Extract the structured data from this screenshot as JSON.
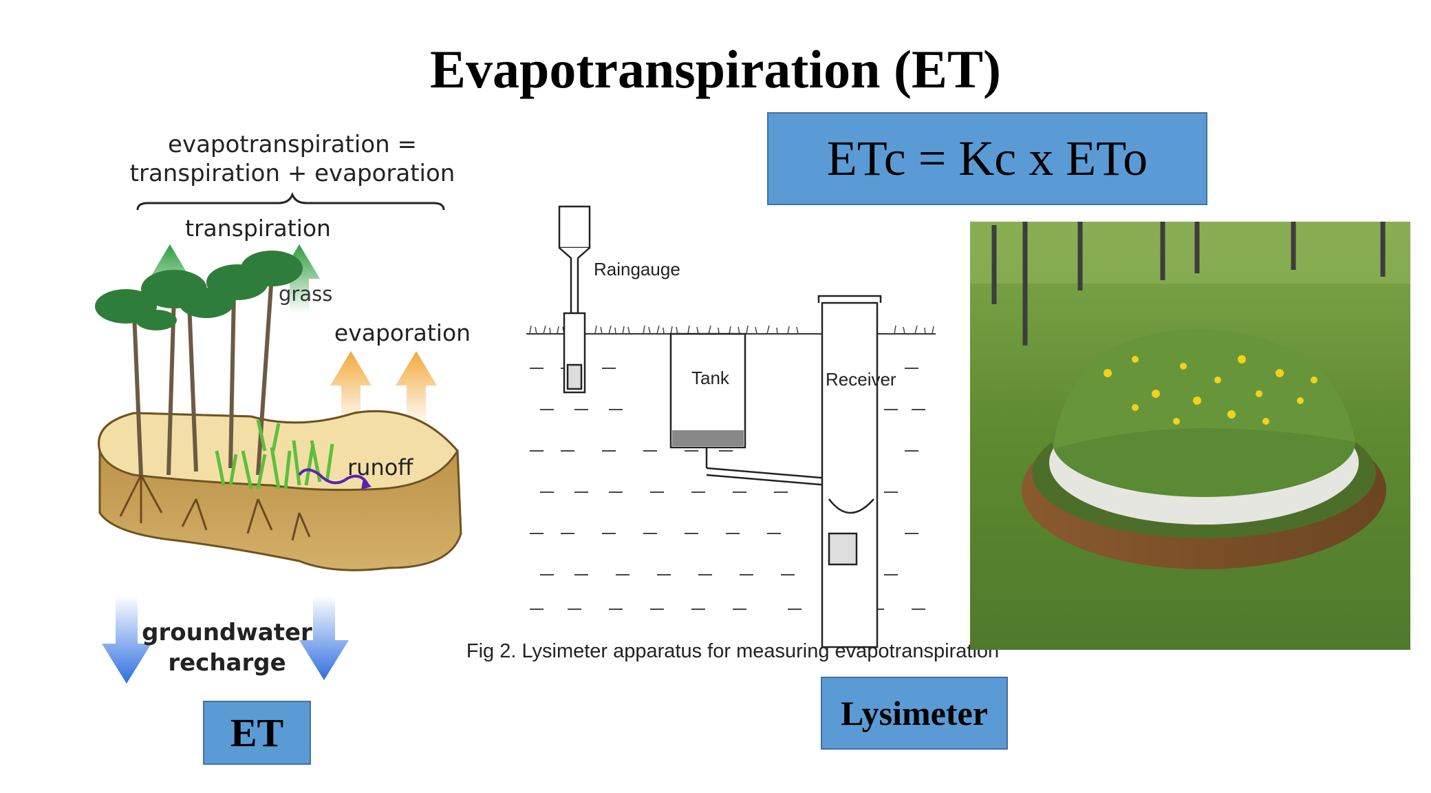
{
  "title": "Evapotranspiration (ET)",
  "formula": "ETc = Kc x ETo",
  "et_diagram": {
    "equation_line1": "evapotranspiration =",
    "equation_line2": "transpiration + evaporation",
    "transpiration": "transpiration",
    "trees": "trees",
    "grass": "grass",
    "evaporation": "evaporation",
    "runoff": "runoff",
    "groundwater_line1": "groundwater",
    "groundwater_line2": "recharge"
  },
  "lysimeter_diagram": {
    "raingauge": "Raingauge",
    "tank": "Tank",
    "receiver": "Receiver",
    "caption": "Fig 2. Lysimeter apparatus for measuring evapotranspiration"
  },
  "labels": {
    "et": "ET",
    "lysimeter": "Lysimeter"
  },
  "colors": {
    "box_fill": "#5b9bd5",
    "transpiration_arrow": "#2e9e3e",
    "evaporation_arrow": "#f2a93b",
    "groundwater_arrow": "#2f6fe0",
    "soil": "#c9a45c",
    "grass_photo": "#4f7a2c"
  }
}
